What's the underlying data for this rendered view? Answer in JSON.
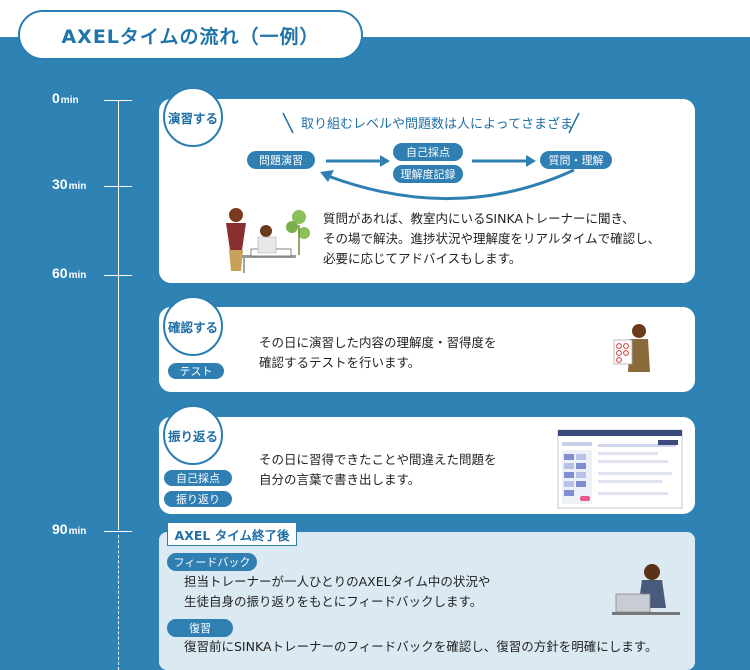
{
  "title": "AXELタイムの流れ（一例）",
  "timeline": [
    {
      "value": "0",
      "unit": "min"
    },
    {
      "value": "30",
      "unit": "min"
    },
    {
      "value": "60",
      "unit": "min"
    },
    {
      "value": "90",
      "unit": "min"
    }
  ],
  "step1": {
    "label": "演習する",
    "subtitle": "取り組むレベルや問題数は人によってさまざま",
    "flow": [
      "問題演習",
      "自己採点",
      "理解度記録",
      "質問・理解"
    ],
    "lines": [
      "質問があれば、教室内にいるSINKAトレーナーに聞き、",
      "その場で解決。進捗状況や理解度をリアルタイムで確認し、",
      "必要に応じてアドバイスもします。"
    ]
  },
  "step2": {
    "label": "確認する",
    "tag": "テスト",
    "lines": [
      "その日に演習した内容の理解度・習得度を",
      "確認するテストを行います。"
    ]
  },
  "step3": {
    "label": "振り返る",
    "tags": [
      "自己採点",
      "振り返り"
    ],
    "lines": [
      "その日に習得できたことや間違えた問題を",
      "自分の言葉で書き出します。"
    ]
  },
  "after": {
    "label": "AXEL タイム終了後",
    "feedback_tag": "フィードバック",
    "feedback_lines": [
      "担当トレーナーが一人ひとりのAXELタイム中の状況や",
      "生徒自身の振り返りをもとにフィードバックします。"
    ],
    "review_tag": "復習",
    "review_line": "復習前にSINKAトレーナーのフィードバックを確認し、復習の方針を明確にします。"
  },
  "colors": {
    "brand": "#2e83b4",
    "accent": "#1f6fa5",
    "panel": "#dbe9f3"
  }
}
